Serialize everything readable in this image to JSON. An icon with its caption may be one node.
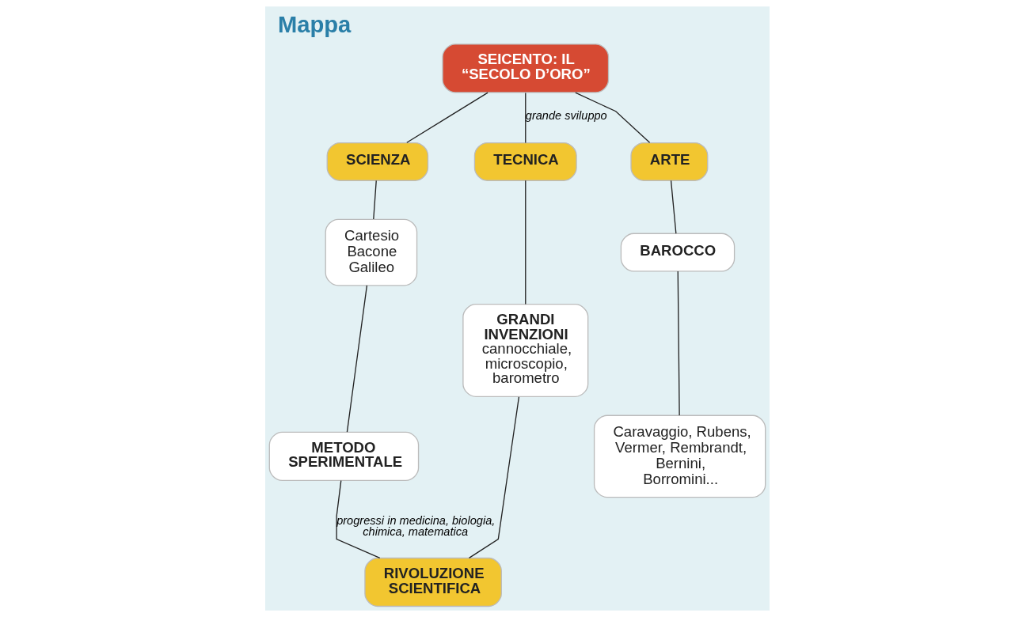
{
  "diagram": {
    "title": "Mappa",
    "nodes": [
      {
        "text": [
          "SEICENTO: IL “SECOLO D’ORO”"
        ]
      },
      {
        "text": [
          "SCIENZA"
        ]
      },
      {
        "text": [
          "TECNICA"
        ]
      },
      {
        "text": [
          "ARTE"
        ]
      },
      {
        "text": [
          "Cartesio Bacone Galileo"
        ]
      },
      {
        "text": [
          "METODO SPERIMENTALE"
        ]
      },
      {
        "text": [
          "GRANDI INVENZIONI",
          "cannocchiale, microscopio, barometro"
        ]
      },
      {
        "text": [
          "BAROCCO"
        ]
      },
      {
        "text": [
          "Caravaggio, Rubens, Vermer, Rembrandt, Bernini, Borromini..."
        ]
      },
      {
        "text": [
          "RIVOLUZIONE SCIENTIFICA"
        ]
      }
    ],
    "edges": [
      {
        "from": 0,
        "to": 1,
        "arrow": "none"
      },
      {
        "from": 0,
        "to": 2,
        "arrow": "none",
        "label": "grande sviluppo"
      },
      {
        "from": 0,
        "to": 3,
        "arrow": "none"
      },
      {
        "from": 1,
        "to": 4,
        "arrow": "none"
      },
      {
        "from": 4,
        "to": 5,
        "arrow": "none"
      },
      {
        "from": 2,
        "to": 6,
        "arrow": "none"
      },
      {
        "from": 3,
        "to": 7,
        "arrow": "none"
      },
      {
        "from": 7,
        "to": 8,
        "arrow": "none"
      },
      {
        "from": 5,
        "to": 9,
        "arrow": "none",
        "label": "progressi in medicina, biologia, chimica, matematica"
      },
      {
        "from": 6,
        "to": 9,
        "arrow": "none"
      }
    ]
  }
}
